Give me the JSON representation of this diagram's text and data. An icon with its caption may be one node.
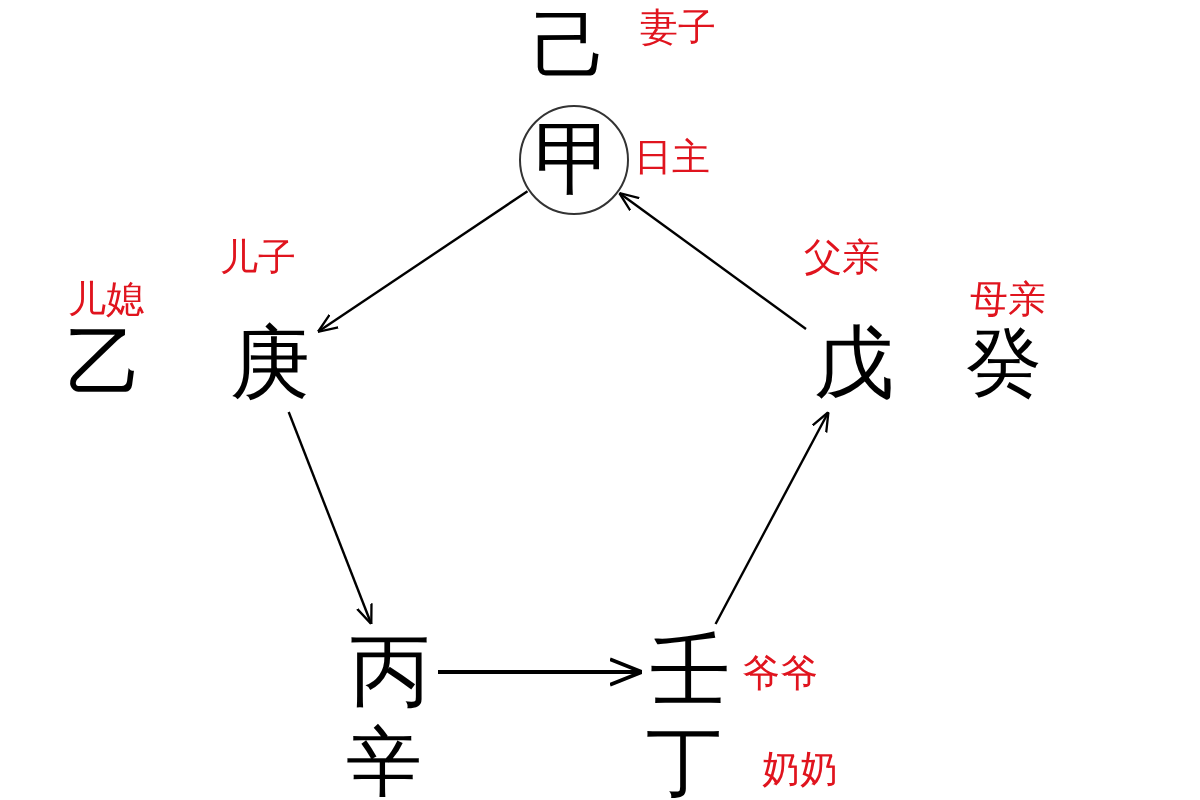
{
  "diagram": {
    "nodes": [
      {
        "text": [
          "甲"
        ],
        "beside": [
          "日主"
        ]
      },
      {
        "text": [
          "庚"
        ],
        "beside": [
          "儿子"
        ]
      },
      {
        "text": [
          "丙"
        ]
      },
      {
        "text": [
          "壬"
        ],
        "beside": [
          "爷爷"
        ]
      },
      {
        "text": [
          "戊"
        ],
        "beside": [
          "父亲"
        ]
      }
    ],
    "edges": [
      {
        "from": 0,
        "to": 1,
        "arrow": "to"
      },
      {
        "from": 1,
        "to": 2,
        "arrow": "to"
      },
      {
        "from": 2,
        "to": 3,
        "arrow": "to"
      },
      {
        "from": 3,
        "to": 4,
        "arrow": "to"
      },
      {
        "from": 4,
        "to": 0,
        "arrow": "to"
      }
    ],
    "labels": [
      "己",
      "妻子",
      "儿媳",
      "乙",
      "母亲",
      "癸",
      "辛",
      "丁",
      "奶奶"
    ]
  }
}
